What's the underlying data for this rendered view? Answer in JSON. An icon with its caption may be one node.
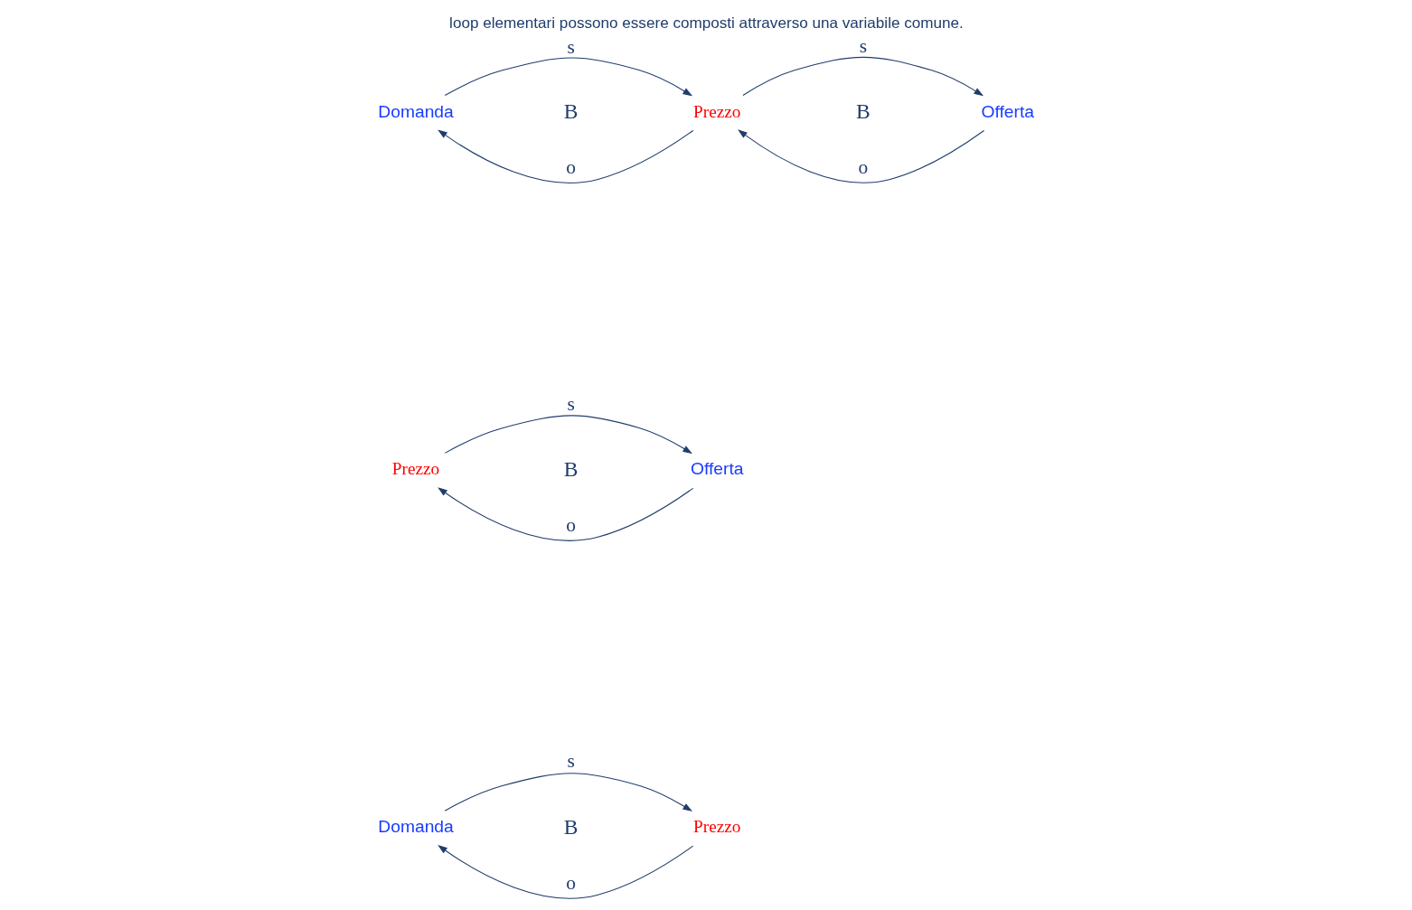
{
  "diagram": {
    "title": "loop elementari possono essere composti attraverso una variabile comune.",
    "nodes": [
      {
        "text": [
          "Domanda"
        ]
      },
      {
        "text": [
          "Prezzo"
        ]
      },
      {
        "text": [
          "Prezzo"
        ]
      },
      {
        "text": [
          "Offerta"
        ]
      },
      {
        "text": [
          "Domanda"
        ]
      },
      {
        "text": [
          "Prezzo"
        ]
      },
      {
        "text": [
          "Offerta"
        ]
      }
    ],
    "edges": [
      {
        "from": 0,
        "to": 1,
        "arrow": "to",
        "label": "s"
      },
      {
        "from": 1,
        "to": 0,
        "arrow": "to",
        "label": "o"
      },
      {
        "from": 2,
        "to": 3,
        "arrow": "to",
        "label": "s"
      },
      {
        "from": 3,
        "to": 2,
        "arrow": "to",
        "label": "o"
      },
      {
        "from": 4,
        "to": 5,
        "arrow": "to",
        "label": "s"
      },
      {
        "from": 5,
        "to": 4,
        "arrow": "to",
        "label": "o"
      },
      {
        "from": 5,
        "to": 6,
        "arrow": "to",
        "label": "s"
      },
      {
        "from": 6,
        "to": 5,
        "arrow": "to",
        "label": "o"
      }
    ],
    "labels": [
      "B",
      "B",
      "B",
      "B"
    ]
  }
}
